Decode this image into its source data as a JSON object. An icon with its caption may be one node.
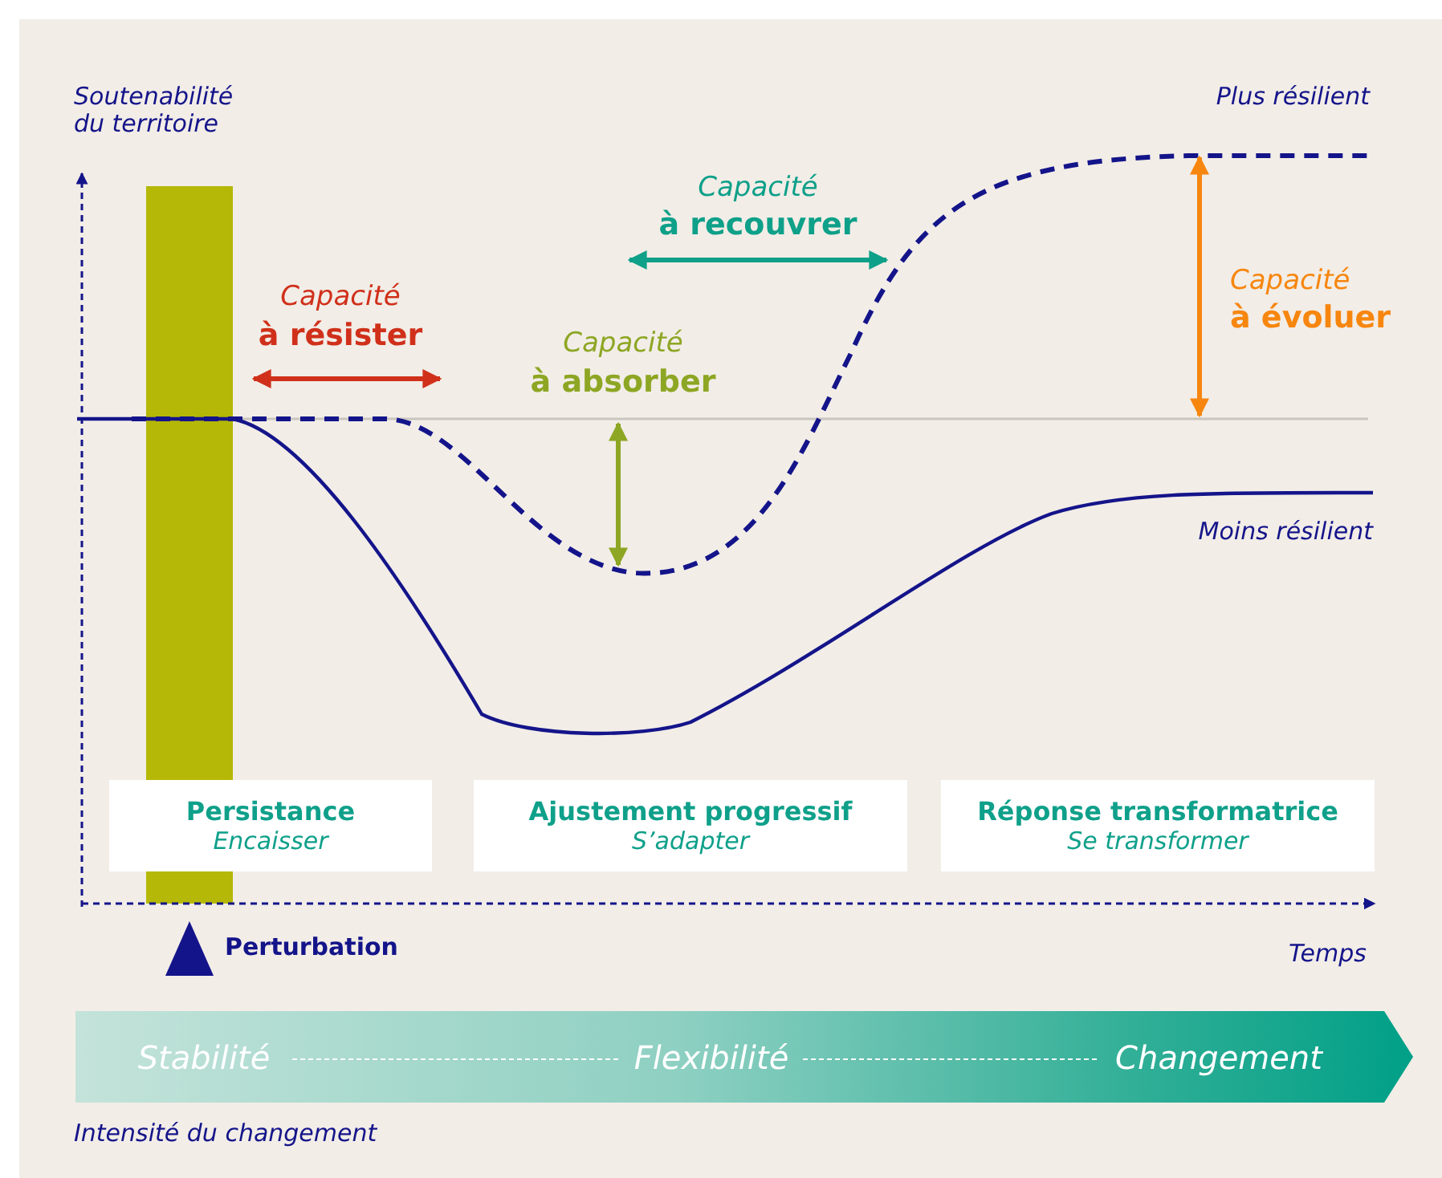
{
  "diagram": {
    "nodes": [
      {
        "text": [],
        "shape": "bar"
      },
      {
        "text": [
          "Persistance",
          "Encaisser"
        ]
      },
      {
        "text": [
          "Ajustement progressif",
          "S’adapter"
        ]
      },
      {
        "text": [
          "Réponse transformatrice",
          "Se transformer"
        ]
      },
      {
        "text": [
          "Stabilité",
          "Flexibilité",
          "Changement"
        ]
      }
    ],
    "edges": [],
    "labels": [
      "Soutenabilité du territoire",
      "Plus résilient",
      "Capacité",
      "à recouvrer",
      "Capacité",
      "à résister",
      "Capacité",
      "à absorber",
      "Capacité",
      "à évoluer",
      "Moins résilient",
      "Perturbation",
      "Temps",
      "Intensité du changement"
    ]
  }
}
